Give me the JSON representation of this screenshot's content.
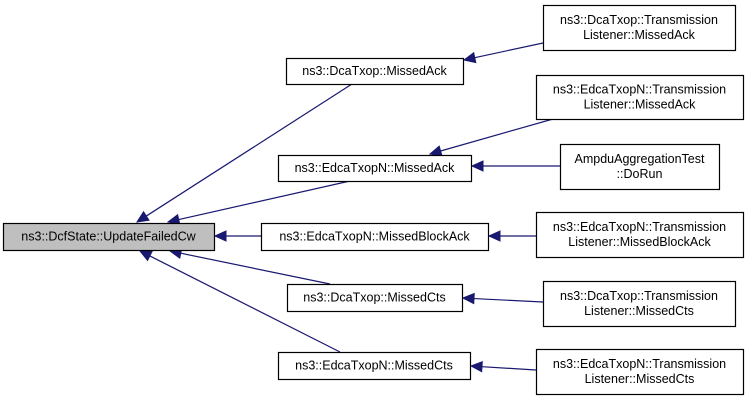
{
  "diagram": {
    "type": "call-graph",
    "colors": {
      "edge": "#191970",
      "root_fill": "#bfbfbf",
      "node_fill": "#ffffff",
      "border": "#000000"
    },
    "nodes": [
      {
        "id": "root",
        "lines": [
          "ns3::DcfState::UpdateFailedCw"
        ],
        "root": true
      },
      {
        "id": "dca_missedack",
        "lines": [
          "ns3::DcaTxop::MissedAck"
        ]
      },
      {
        "id": "edca_missedack",
        "lines": [
          "ns3::EdcaTxopN::MissedAck"
        ]
      },
      {
        "id": "edca_missedblockack",
        "lines": [
          "ns3::EdcaTxopN::MissedBlockAck"
        ]
      },
      {
        "id": "dca_missedcts",
        "lines": [
          "ns3::DcaTxop::MissedCts"
        ]
      },
      {
        "id": "edca_missedcts",
        "lines": [
          "ns3::EdcaTxopN::MissedCts"
        ]
      },
      {
        "id": "dca_tl_missedack",
        "lines": [
          "ns3::DcaTxop::Transmission",
          "Listener::MissedAck"
        ]
      },
      {
        "id": "edca_tl_missedack",
        "lines": [
          "ns3::EdcaTxopN::Transmission",
          "Listener::MissedAck"
        ]
      },
      {
        "id": "ampdu_dorun",
        "lines": [
          "AmpduAggregationTest",
          "::DoRun"
        ]
      },
      {
        "id": "edca_tl_missedblockack",
        "lines": [
          "ns3::EdcaTxopN::Transmission",
          "Listener::MissedBlockAck"
        ]
      },
      {
        "id": "dca_tl_missedcts",
        "lines": [
          "ns3::DcaTxop::Transmission",
          "Listener::MissedCts"
        ]
      },
      {
        "id": "edca_tl_missedcts",
        "lines": [
          "ns3::EdcaTxopN::Transmission",
          "Listener::MissedCts"
        ]
      }
    ],
    "edges": [
      {
        "from": "dca_missedack",
        "to": "root"
      },
      {
        "from": "edca_missedack",
        "to": "root"
      },
      {
        "from": "edca_missedblockack",
        "to": "root"
      },
      {
        "from": "dca_missedcts",
        "to": "root"
      },
      {
        "from": "edca_missedcts",
        "to": "root"
      },
      {
        "from": "dca_tl_missedack",
        "to": "dca_missedack"
      },
      {
        "from": "edca_tl_missedack",
        "to": "edca_missedack"
      },
      {
        "from": "ampdu_dorun",
        "to": "edca_missedack"
      },
      {
        "from": "edca_tl_missedblockack",
        "to": "edca_missedblockack"
      },
      {
        "from": "dca_tl_missedcts",
        "to": "dca_missedcts"
      },
      {
        "from": "edca_tl_missedcts",
        "to": "edca_missedcts"
      }
    ]
  }
}
